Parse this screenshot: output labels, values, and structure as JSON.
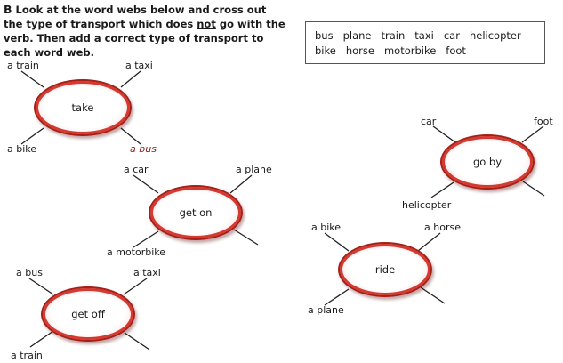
{
  "instructions": {
    "section_letter": "B",
    "text_before": "Look at the word webs below and cross out the type of transport which does ",
    "underlined": "not",
    "text_after": " go with the verb. Then add a correct type of transport to each word web."
  },
  "word_box": {
    "words": [
      "bus",
      "plane",
      "train",
      "taxi",
      "car",
      "helicopter",
      "bike",
      "horse",
      "motorbike",
      "foot"
    ]
  },
  "webs": {
    "take": {
      "verb": "take",
      "top_left": "a train",
      "top_right": "a taxi",
      "bottom_left": "a bike",
      "bottom_right": "a bus",
      "crossed_out": "a bike",
      "added": "a bus"
    },
    "get_on": {
      "verb": "get on",
      "top_left": "a car",
      "top_right": "a plane",
      "bottom_left": "a motorbike",
      "bottom_right": ""
    },
    "get_off": {
      "verb": "get off",
      "top_left": "a bus",
      "top_right": "a taxi",
      "bottom_left": "a train",
      "bottom_right": ""
    },
    "go_by": {
      "verb": "go by",
      "top_left": "car",
      "top_right": "foot",
      "bottom_left": "helicopter",
      "bottom_right": ""
    },
    "ride": {
      "verb": "ride",
      "top_left": "a bike",
      "top_right": "a horse",
      "bottom_left": "a plane",
      "bottom_right": ""
    }
  }
}
